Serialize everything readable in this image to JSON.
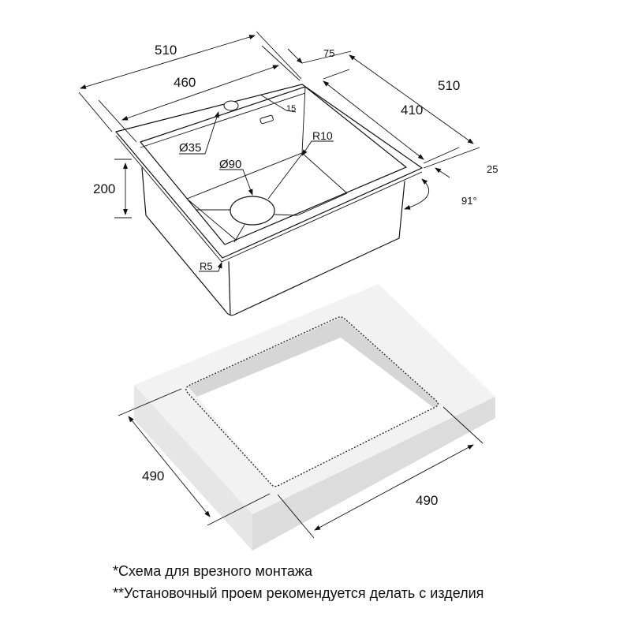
{
  "sink_dimensions": {
    "overall_width": "510",
    "bowl_width": "460",
    "rim_offset": "75",
    "overall_depth": "510",
    "bowl_depth": "410",
    "lip": "15",
    "tap_hole": "Ø35",
    "corner_radius_inner": "R10",
    "drain": "Ø90",
    "depth": "200",
    "rim_height": "25",
    "wall_angle": "91°",
    "corner_radius_outer": "R5"
  },
  "cutout_dimensions": {
    "depth": "490",
    "width": "490"
  },
  "notes": [
    "*Схема для врезного монтажа",
    "**Установочный проем рекомендуется делать с изделия"
  ]
}
